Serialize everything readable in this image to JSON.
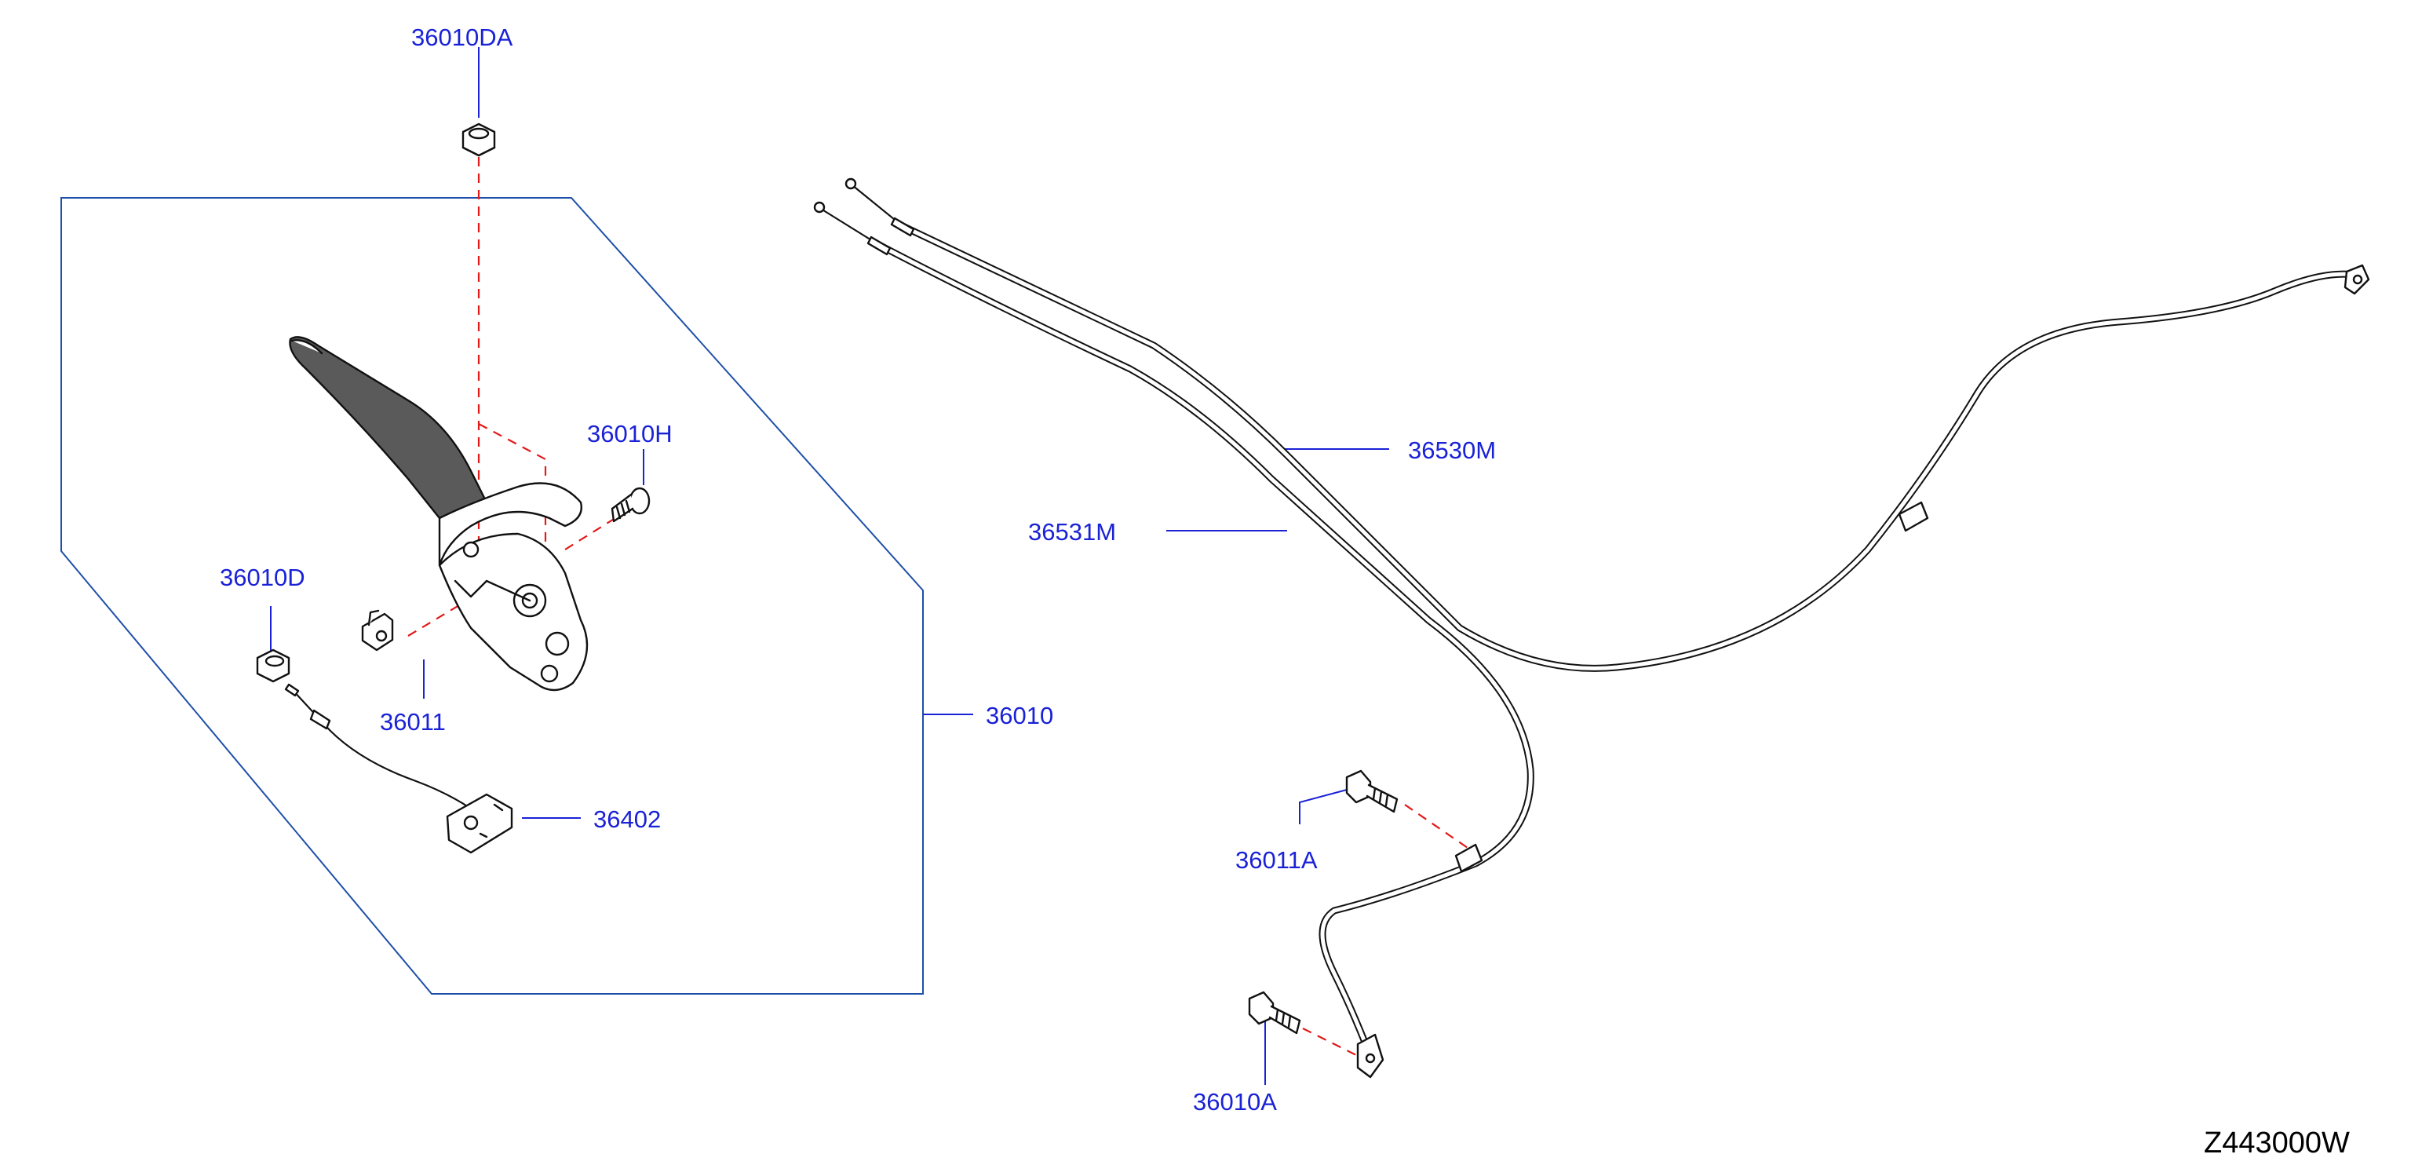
{
  "diagram": {
    "code": "Z443000W",
    "callouts": {
      "c36010DA": "36010DA",
      "c36010H": "36010H",
      "c36010D": "36010D",
      "c36011": "36011",
      "c36010": "36010",
      "c36402": "36402",
      "c36530M": "36530M",
      "c36531M": "36531M",
      "c36011A": "36011A",
      "c36010A": "36010A"
    },
    "colors": {
      "label": "#1a22d6",
      "boundary": "#1e4fa8",
      "hidden_line": "#e11a1a",
      "part_outline": "#111111"
    }
  }
}
